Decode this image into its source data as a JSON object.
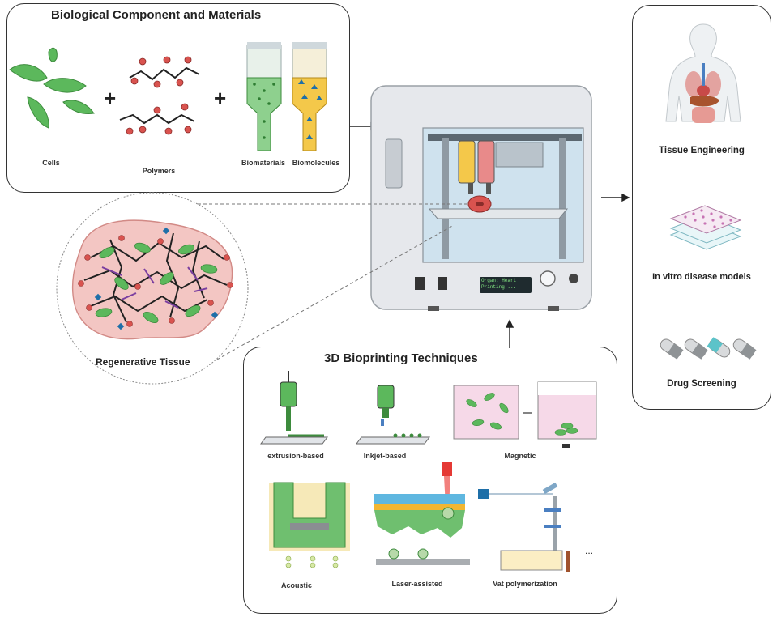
{
  "materials": {
    "title": "Biological Component and Materials",
    "items": [
      "Cells",
      "Polymers",
      "Biomaterials",
      "Biomolecules"
    ]
  },
  "tissue": {
    "label": "Regenerative Tissue"
  },
  "printer": {
    "screen_line1": "Organ: Heart",
    "screen_line2": "Printing ..."
  },
  "techniques": {
    "title": "3D Bioprinting Techniques",
    "items": [
      "extrusion-based",
      "Inkjet-based",
      "Magnetic",
      "Acoustic",
      "Laser-assisted",
      "Vat polymerization"
    ],
    "more": "..."
  },
  "applications": {
    "items": [
      "Tissue Engineering",
      "In vitro disease models",
      "Drug Screening"
    ]
  },
  "colors": {
    "cell_green": "#5cb85c",
    "polymer_red": "#d9534f",
    "tissue_pink": "#f3c6c3",
    "printer_grey": "#e6e8ec",
    "laser_red": "#e53935",
    "biomaterial_yellow": "#f4c84a"
  }
}
